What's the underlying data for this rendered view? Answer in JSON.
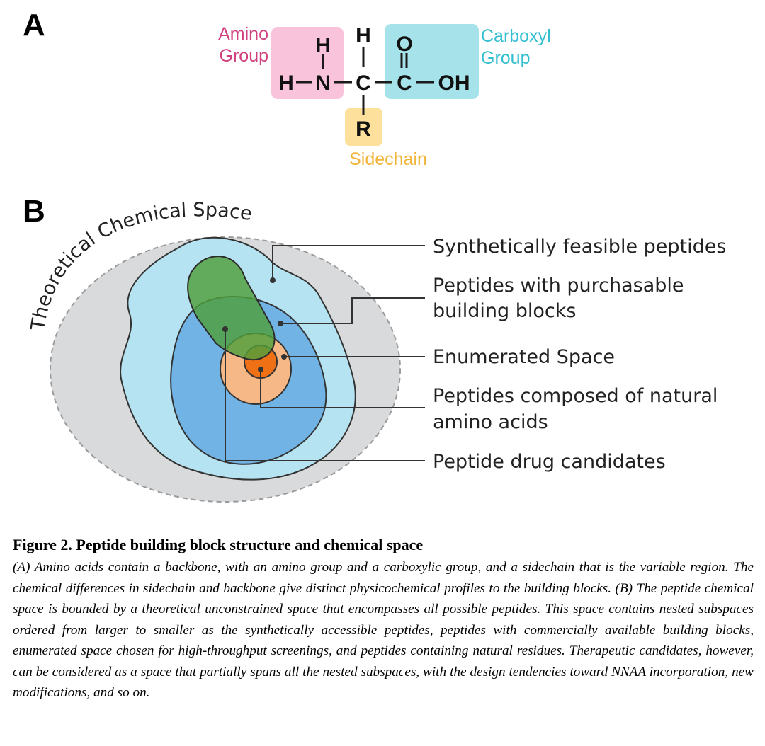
{
  "panel_a": {
    "label": "A",
    "amino_label": [
      "Amino",
      "Group"
    ],
    "carboxyl_label": [
      "Carboxyl",
      "Group"
    ],
    "sidechain_label": "Sidechain",
    "atoms": {
      "h_top_n": "H",
      "h_left": "H",
      "n": "N",
      "h_top_c": "H",
      "c_alpha": "C",
      "o_top": "O",
      "c_carboxyl": "C",
      "oh": "OH",
      "r": "R"
    },
    "colors": {
      "amino_box": "#f9c3dc",
      "amino_text": "#d0407e",
      "carboxyl_box": "#a6e2ea",
      "carboxyl_text": "#34bfd1",
      "sidechain_box": "#fde09c",
      "sidechain_text": "#f1b53c"
    }
  },
  "panel_b": {
    "label": "B",
    "arc_label": "Theoretical Chemical Space",
    "labels": {
      "synthetic": "Synthetically feasible peptides",
      "purchasable": [
        "Peptides with purchasable",
        "building blocks"
      ],
      "enumerated": "Enumerated Space",
      "natural": [
        "Peptides composed of natural",
        "amino acids"
      ],
      "drug": "Peptide drug candidates"
    },
    "colors": {
      "theoretical": "#d9dadb",
      "synthetic": "#b6e3f2",
      "purchasable": "#71b3e4",
      "enumerated": "#f5b886",
      "natural": "#f07016",
      "drug": "#4f9f3c"
    }
  },
  "caption": {
    "title": "Figure 2. Peptide building block structure and chemical space",
    "body": "(A) Amino acids contain a backbone, with an amino group and a carboxylic group, and a sidechain that is the variable region. The chemical differences in sidechain and backbone give distinct physicochemical profiles to the building blocks. (B) The peptide chemical space is bounded by a theoretical unconstrained space that encompasses all possible peptides. This space contains nested subspaces ordered from larger to smaller as the synthetically accessible peptides, peptides with commercially available building blocks, enumerated space chosen for high-throughput screenings, and peptides containing natural residues. Therapeutic candidates, however, can be considered as a space that partially spans all the nested subspaces, with the design tendencies toward NNAA incorporation, new modifications, and so on."
  }
}
